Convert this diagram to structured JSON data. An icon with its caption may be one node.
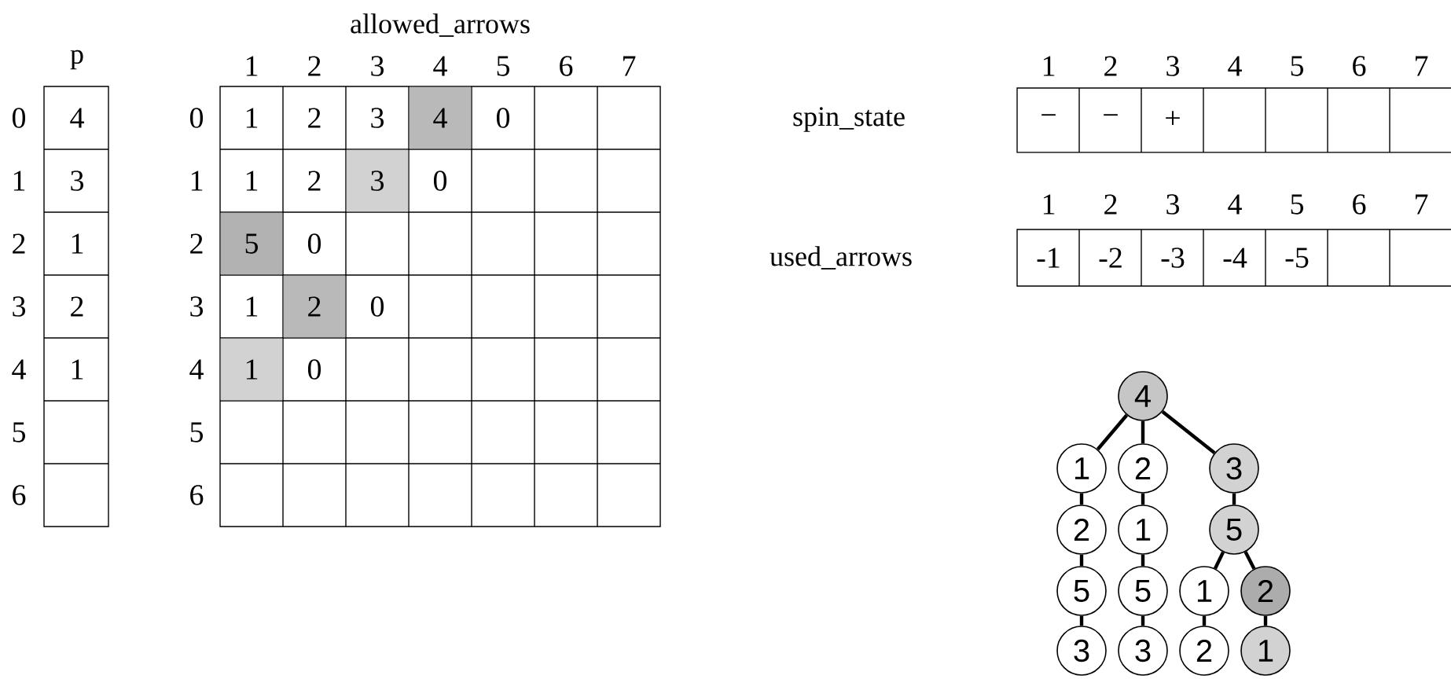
{
  "diagram": {
    "nodes": [
      {
        "text": [
          "4"
        ]
      },
      {
        "text": [
          "1"
        ]
      },
      {
        "text": [
          "2"
        ]
      },
      {
        "text": [
          "3"
        ]
      },
      {
        "text": [
          "2"
        ]
      },
      {
        "text": [
          "1"
        ]
      },
      {
        "text": [
          "5"
        ]
      },
      {
        "text": [
          "5"
        ]
      },
      {
        "text": [
          "5"
        ]
      },
      {
        "text": [
          "1"
        ]
      },
      {
        "text": [
          "2"
        ]
      },
      {
        "text": [
          "3"
        ]
      },
      {
        "text": [
          "3"
        ]
      },
      {
        "text": [
          "2"
        ]
      },
      {
        "text": [
          "1"
        ]
      }
    ],
    "edges": [
      {
        "from": 0,
        "to": 1,
        "arrow": "none"
      },
      {
        "from": 0,
        "to": 2,
        "arrow": "none"
      },
      {
        "from": 0,
        "to": 3,
        "arrow": "none"
      },
      {
        "from": 1,
        "to": 4,
        "arrow": "none"
      },
      {
        "from": 4,
        "to": 7,
        "arrow": "none"
      },
      {
        "from": 7,
        "to": 11,
        "arrow": "none"
      },
      {
        "from": 2,
        "to": 5,
        "arrow": "none"
      },
      {
        "from": 5,
        "to": 8,
        "arrow": "none"
      },
      {
        "from": 8,
        "to": 12,
        "arrow": "none"
      },
      {
        "from": 3,
        "to": 6,
        "arrow": "none"
      },
      {
        "from": 6,
        "to": 9,
        "arrow": "none"
      },
      {
        "from": 6,
        "to": 10,
        "arrow": "none"
      },
      {
        "from": 9,
        "to": 13,
        "arrow": "none"
      },
      {
        "from": 10,
        "to": 14,
        "arrow": "none"
      }
    ],
    "labels": [
      "p",
      "0",
      "4",
      "1",
      "3",
      "2",
      "1",
      "3",
      "2",
      "4",
      "1",
      "5",
      "6",
      "allowed_arrows",
      "1",
      "2",
      "3",
      "4",
      "5",
      "6",
      "7",
      "0",
      "1",
      "2",
      "3",
      "4",
      "0",
      "1",
      "1",
      "2",
      "3",
      "0",
      "2",
      "5",
      "0",
      "3",
      "1",
      "2",
      "0",
      "4",
      "1",
      "0",
      "5",
      "6",
      "1",
      "2",
      "3",
      "4",
      "5",
      "6",
      "7",
      "spin_state",
      "−",
      "−",
      "+",
      "1",
      "2",
      "3",
      "4",
      "5",
      "6",
      "7",
      "used_arrows",
      "-1",
      "-2",
      "-3",
      "-4",
      "-5"
    ]
  }
}
